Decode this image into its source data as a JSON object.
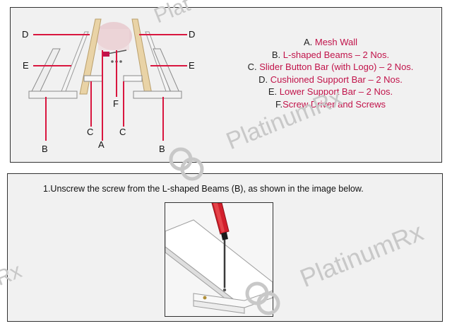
{
  "parts": [
    {
      "key": "A.",
      "name": "Mesh Wall"
    },
    {
      "key": "B.",
      "name": "L-shaped Beams – 2 Nos."
    },
    {
      "key": "C.",
      "name": "Slider Button Bar (with Logo) – 2 Nos."
    },
    {
      "key": "D.",
      "name": "Cushioned Support Bar – 2 Nos."
    },
    {
      "key": "E.",
      "name": "Lower Support Bar – 2 Nos."
    },
    {
      "key": "F.",
      "name": "Screw Driver and Screws"
    }
  ],
  "callouts": {
    "d_left": "D",
    "d_right": "D",
    "e_left": "E",
    "e_right": "E",
    "f": "F",
    "c_left": "C",
    "c_right": "C",
    "b_left": "B",
    "a": "A",
    "b_right": "B"
  },
  "step": {
    "text": "1.Unscrew the screw from the L-shaped Beams (B), as shown in the image below."
  },
  "watermark": {
    "text_1": "PlatinumRx",
    "text_2": "PlatinumRx",
    "text_3": "Plat",
    "text_4": "Rx"
  },
  "colors": {
    "accent": "#c1134a",
    "callout_line": "#d9163f",
    "panel_bg": "#f1f1f1"
  }
}
